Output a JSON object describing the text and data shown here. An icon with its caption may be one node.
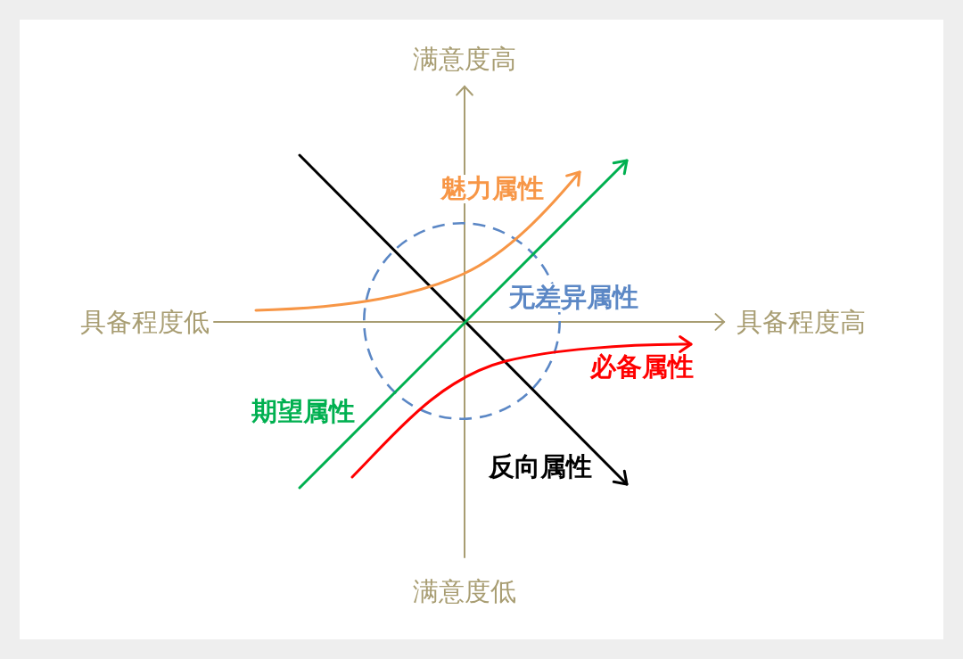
{
  "diagram": {
    "nodes": [
      {
        "text": [],
        "shape": "circle"
      }
    ],
    "labels": [
      "满意度高",
      "魅力属性",
      "无差异属性",
      "具备程度低",
      "具备程度高",
      "必备属性",
      "期望属性",
      "反向属性",
      "满意度低"
    ]
  }
}
